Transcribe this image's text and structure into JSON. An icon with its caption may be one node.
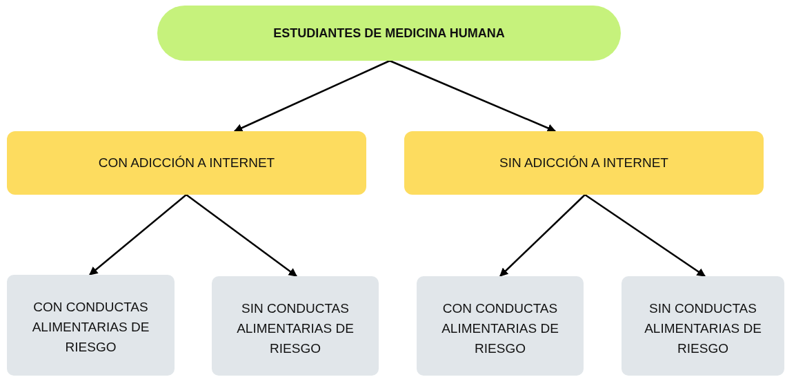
{
  "diagram": {
    "nodes": [
      {
        "text": [
          "ESTUDIANTES DE MEDICINA HUMANA"
        ]
      },
      {
        "text": [
          "CON ADICCIÓN A INTERNET"
        ]
      },
      {
        "text": [
          "SIN ADICCIÓN A INTERNET"
        ]
      },
      {
        "text": [
          "CON CONDUCTAS ALIMENTARIAS DE RIESGO"
        ]
      },
      {
        "text": [
          "SIN CONDUCTAS ALIMENTARIAS DE RIESGO"
        ]
      },
      {
        "text": [
          "CON CONDUCTAS ALIMENTARIAS DE RIESGO"
        ]
      },
      {
        "text": [
          "SIN CONDUCTAS ALIMENTARIAS DE RIESGO"
        ]
      }
    ],
    "edges": [
      {
        "from": 0,
        "to": 1,
        "arrow": "to"
      },
      {
        "from": 0,
        "to": 2,
        "arrow": "to"
      },
      {
        "from": 1,
        "to": 3,
        "arrow": "to"
      },
      {
        "from": 1,
        "to": 4,
        "arrow": "to"
      },
      {
        "from": 2,
        "to": 5,
        "arrow": "to"
      },
      {
        "from": 2,
        "to": 6,
        "arrow": "to"
      }
    ]
  }
}
